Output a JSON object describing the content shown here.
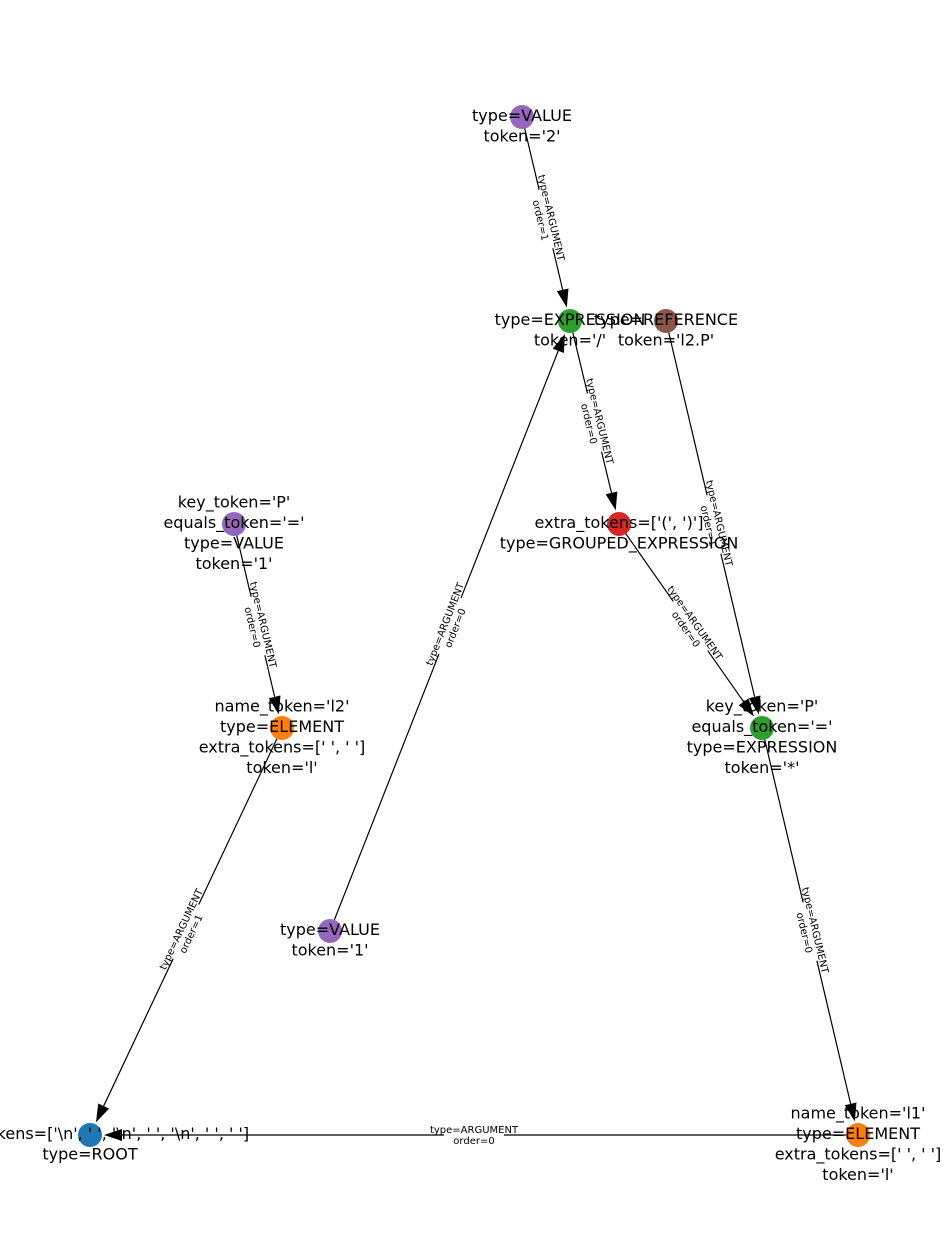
{
  "colors": {
    "purple": "#9467bd",
    "green": "#2ca02c",
    "brown": "#8c564b",
    "red": "#d62728",
    "orange": "#ff7f0e",
    "blue": "#1f77b4"
  },
  "nodes": [
    {
      "id": "value-2",
      "color": "#9467bd",
      "lines": [
        "type=VALUE",
        "token='2'"
      ]
    },
    {
      "id": "expression-div",
      "color": "#2ca02c",
      "lines": [
        "type=EXPRESSION",
        "token='/'"
      ]
    },
    {
      "id": "reference-l2p",
      "color": "#8c564b",
      "lines": [
        "type=REFERENCE",
        "token='l2.P'"
      ]
    },
    {
      "id": "grouped-expression",
      "color": "#d62728",
      "lines": [
        "extra_tokens=['(', ')']",
        "type=GROUPED_EXPRESSION"
      ]
    },
    {
      "id": "value-p1",
      "color": "#9467bd",
      "lines": [
        "key_token='P'",
        "equals_token='='",
        "type=VALUE",
        "token='1'"
      ]
    },
    {
      "id": "element-l2",
      "color": "#ff7f0e",
      "lines": [
        "name_token='l2'",
        "type=ELEMENT",
        "extra_tokens=[' ', ' ']",
        "token='l'"
      ]
    },
    {
      "id": "expression-mul",
      "color": "#2ca02c",
      "lines": [
        "key_token='P'",
        "equals_token='='",
        "type=EXPRESSION",
        "token='*'"
      ]
    },
    {
      "id": "value-1",
      "color": "#9467bd",
      "lines": [
        "type=VALUE",
        "token='1'"
      ]
    },
    {
      "id": "root",
      "color": "#1f77b4",
      "lines": [
        "extra_tokens=['\\n', ' ', '\\n', ' ', '\\n', ' ', ' ']",
        "type=ROOT"
      ]
    },
    {
      "id": "element-l1",
      "color": "#ff7f0e",
      "lines": [
        "name_token='l1'",
        "type=ELEMENT",
        "extra_tokens=[' ', ' ']",
        "token='l'"
      ]
    }
  ],
  "edges": [
    {
      "from": "value-2",
      "to": "expression-div",
      "label": [
        "type=ARGUMENT",
        "order=1"
      ]
    },
    {
      "from": "value-1",
      "to": "expression-div",
      "label": [
        "type=ARGUMENT",
        "order=0"
      ]
    },
    {
      "from": "expression-div",
      "to": "grouped-expression",
      "label": [
        "type=ARGUMENT",
        "order=0"
      ]
    },
    {
      "from": "reference-l2p",
      "to": "expression-mul",
      "label": [
        "type=ARGUMENT",
        "order=1"
      ]
    },
    {
      "from": "grouped-expression",
      "to": "expression-mul",
      "label": [
        "type=ARGUMENT",
        "order=0"
      ]
    },
    {
      "from": "value-p1",
      "to": "element-l2",
      "label": [
        "type=ARGUMENT",
        "order=0"
      ]
    },
    {
      "from": "element-l2",
      "to": "root",
      "label": [
        "type=ARGUMENT",
        "order=1"
      ]
    },
    {
      "from": "expression-mul",
      "to": "element-l1",
      "label": [
        "type=ARGUMENT",
        "order=0"
      ]
    },
    {
      "from": "element-l1",
      "to": "root",
      "label": [
        "type=ARGUMENT",
        "order=0"
      ]
    }
  ]
}
